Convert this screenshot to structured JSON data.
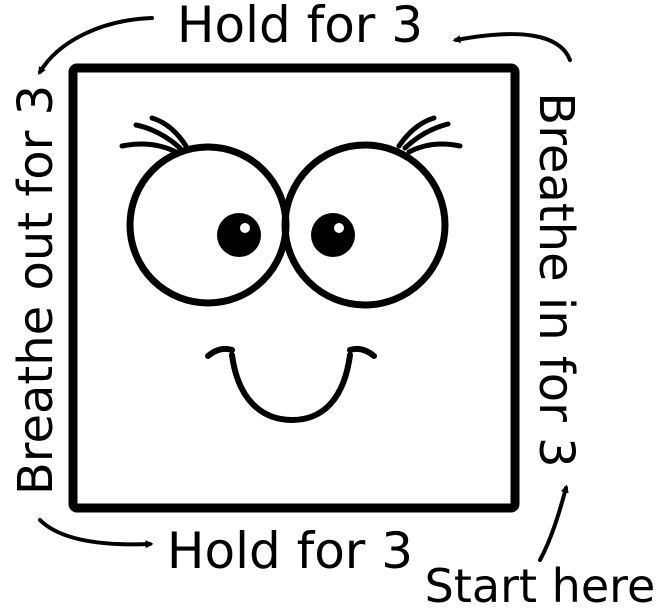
{
  "labels": {
    "top": "Hold for 3",
    "bottom": "Hold for 3",
    "right": "Breathe in for 3",
    "left": "Breathe out for 3",
    "start": "Start here"
  },
  "colors": {
    "ink": "#000000",
    "background": "#ffffff"
  },
  "icons": [
    "arrow-icon",
    "face-icon",
    "eye-icon",
    "eyelash-icon",
    "smile-icon"
  ]
}
